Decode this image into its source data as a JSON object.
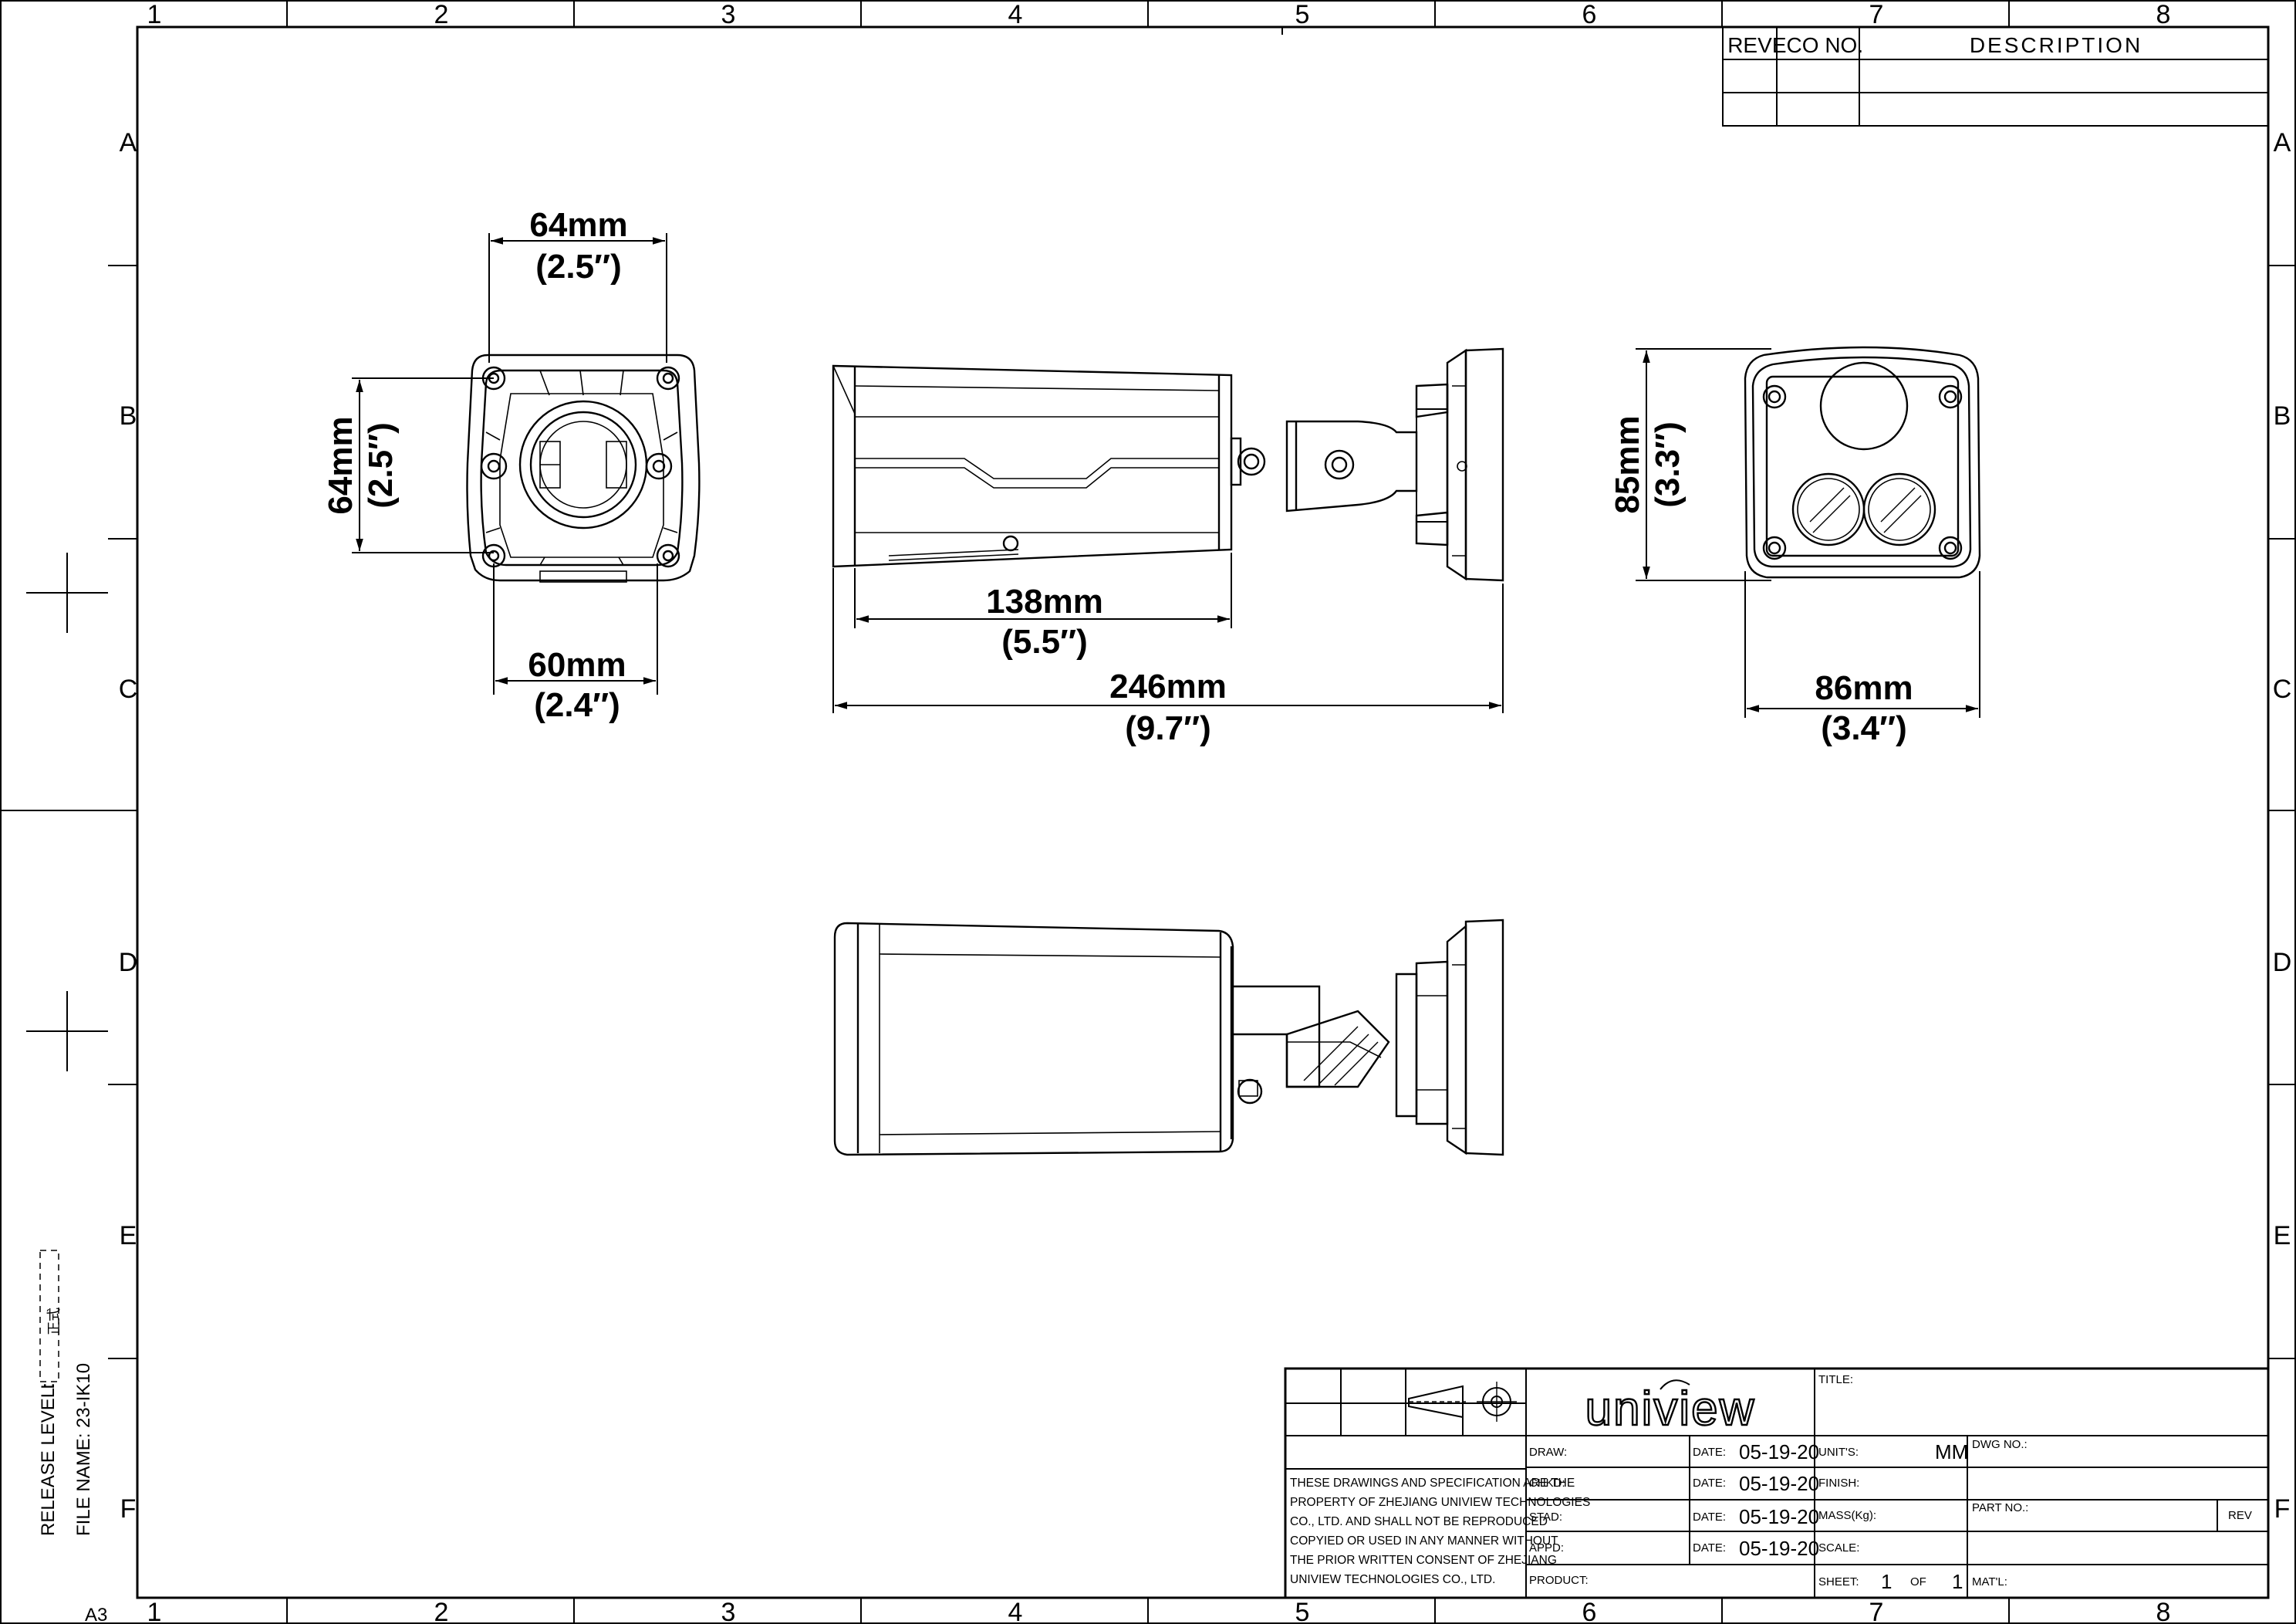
{
  "frame": {
    "columns": [
      "1",
      "2",
      "3",
      "4",
      "5",
      "6",
      "7",
      "8"
    ],
    "rows": [
      "A",
      "B",
      "C",
      "D",
      "E",
      "F"
    ],
    "sheet_size": "A3",
    "release_level_label": "RELEASE LEVEL:",
    "release_level_value": "I",
    "release_stamp": "正式",
    "file_name_label": "FILE NAME:",
    "file_name_value": "23-IK10"
  },
  "revision_table": {
    "headers": [
      "REV",
      "ECO NO.",
      "DESCRIPTION"
    ]
  },
  "dimensions": {
    "rear_width": {
      "metric": "64mm",
      "imperial": "(2.5″)"
    },
    "rear_height": {
      "metric": "64mm",
      "imperial": "(2.5″)"
    },
    "rear_base": {
      "metric": "60mm",
      "imperial": "(2.4″)"
    },
    "body_length": {
      "metric": "138mm",
      "imperial": "(5.5″)"
    },
    "overall_length": {
      "metric": "246mm",
      "imperial": "(9.7″)"
    },
    "front_height": {
      "metric": "85mm",
      "imperial": "(3.3″)"
    },
    "front_width": {
      "metric": "86mm",
      "imperial": "(3.4″)"
    }
  },
  "title_block": {
    "brand": "uniview",
    "notice": [
      "THESE DRAWINGS AND SPECIFICATION ARE THE",
      "PROPERTY OF ZHEJIANG UNIVIEW TECHNOLOGIES",
      "CO., LTD. AND SHALL NOT BE REPRODUCED",
      "COPYIED OR USED IN ANY MANNER WITHOUT",
      "THE PRIOR WRITTEN CONSENT OF ZHEJIANG",
      "UNIVIEW TECHNOLOGIES CO., LTD."
    ],
    "draw_label": "DRAW:",
    "chkd_label": "CHKD:",
    "stad_label": "STAD:",
    "appd_label": "APPD:",
    "product_label": "PRODUCT:",
    "date_label": "DATE:",
    "date_draw": "05-19-20",
    "date_chkd": "05-19-20",
    "date_stad": "05-19-20",
    "date_appd": "05-19-20",
    "title_label": "TITLE:",
    "units_label": "UNIT'S:",
    "units_value": "MM",
    "finish_label": "FINISH:",
    "mass_label": "MASS(Kg):",
    "scale_label": "SCALE:",
    "sheet_label": "SHEET:",
    "sheet_num": "1",
    "sheet_of": "OF",
    "sheet_total": "1",
    "dwg_label": "DWG NO.:",
    "part_label": "PART NO.:",
    "rev_label": "REV",
    "matl_label": "MAT'L:"
  }
}
